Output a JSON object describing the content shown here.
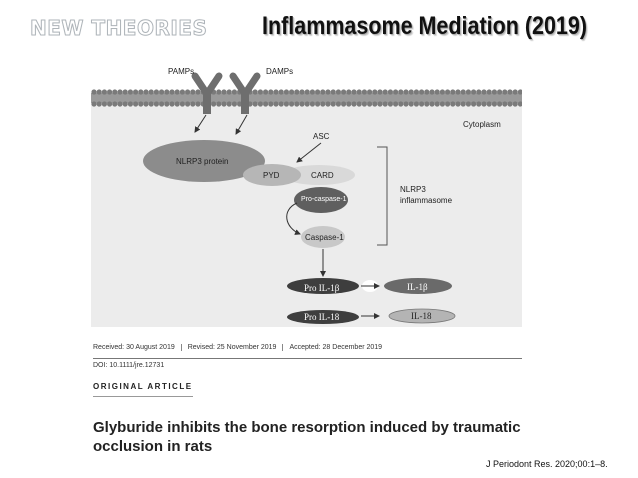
{
  "header": {
    "section_label": "NEW THEORIES",
    "title": "Inflammasome Mediation (2019)"
  },
  "diagram": {
    "labels": {
      "pamps": "PAMPs",
      "damps": "DAMPs",
      "cytoplasm": "Cytoplasm",
      "asc": "ASC",
      "nlrp3_protein": "NLRP3 protein",
      "pyd": "PYD",
      "card": "CARD",
      "pro_caspase": "Pro-caspase-1",
      "caspase": "Caspase-1",
      "inflammasome": "NLRP3\ninflammasome",
      "pro_il1b": "Pro IL-1β",
      "il1b": "IL-1β",
      "pro_il18": "Pro IL-18",
      "il18": "IL-18"
    },
    "colors": {
      "panel": "#ececec",
      "membrane_head": "#7a7a7a",
      "receptor": "#6e6e6e",
      "nlrp3": "#8c8c8c",
      "pyd": "#b6b6b6",
      "card": "#d9d9d9",
      "pro_caspase": "#5f5f5f",
      "caspase": "#c8c8c8",
      "pro_il": "#3e3e3e",
      "il1b": "#6a6a6a",
      "il18": "#b4b4b4"
    }
  },
  "article": {
    "received": "Received: 30 August 2019",
    "revised": "Revised: 25 November 2019",
    "accepted": "Accepted: 28 December 2019",
    "doi": "DOI: 10.1111/jre.12731",
    "type": "ORIGINAL ARTICLE",
    "title": "Glyburide inhibits the bone resorption induced by traumatic occlusion in rats",
    "citation": "J Periodont Res. 2020;00:1–8."
  }
}
